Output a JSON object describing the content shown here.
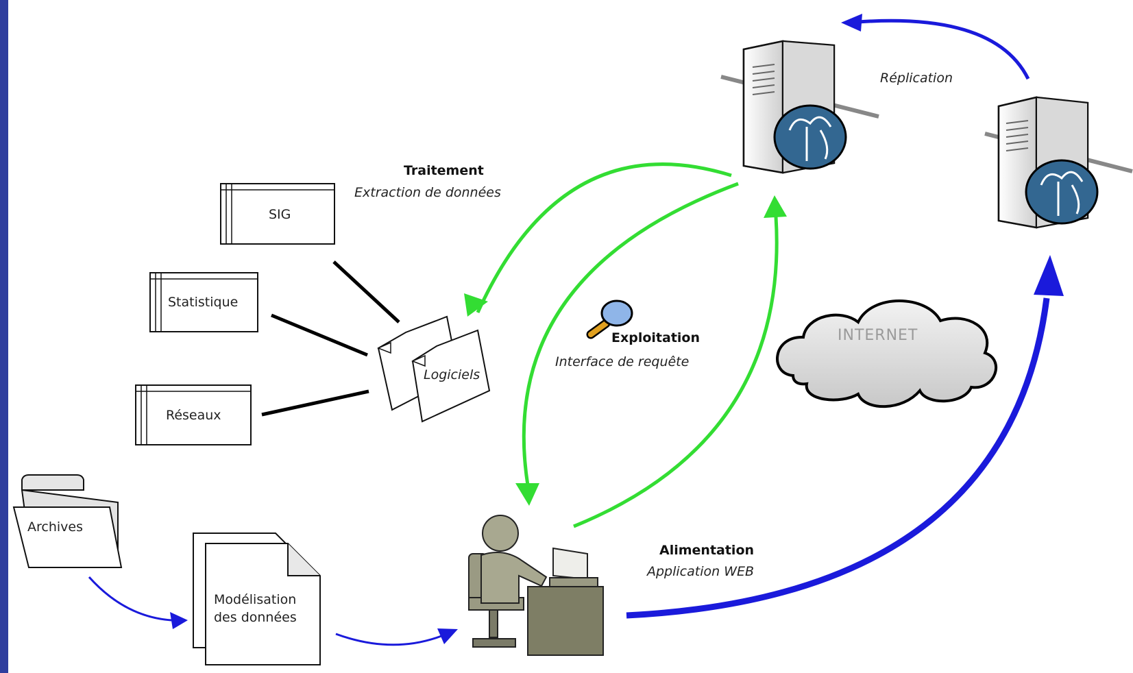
{
  "nodes": {
    "sig": "SIG",
    "statistique": "Statistique",
    "reseaux": "Réseaux",
    "logiciels": "Logiciels",
    "archives": "Archives",
    "modelisation_line1": "Modélisation",
    "modelisation_line2": "des données",
    "internet": "INTERNET"
  },
  "flows": {
    "traitement": {
      "title": "Traitement",
      "subtitle": "Extraction de données",
      "color": "#33dd33"
    },
    "exploitation": {
      "title": "Exploitation",
      "subtitle": "Interface de requête",
      "color": "#33dd33"
    },
    "alimentation": {
      "title": "Alimentation",
      "subtitle": "Application WEB",
      "color": "#1a1adb"
    },
    "replication": {
      "subtitle": "Réplication",
      "color": "#1a1adb"
    }
  },
  "icons": [
    "database-server-icon",
    "postgresql-elephant-icon",
    "magnifier-icon",
    "user-at-computer-icon",
    "folder-icon",
    "documents-icon",
    "cloud-icon"
  ],
  "colors": {
    "frame": "#2f3e9e",
    "background": "#ffffff"
  }
}
